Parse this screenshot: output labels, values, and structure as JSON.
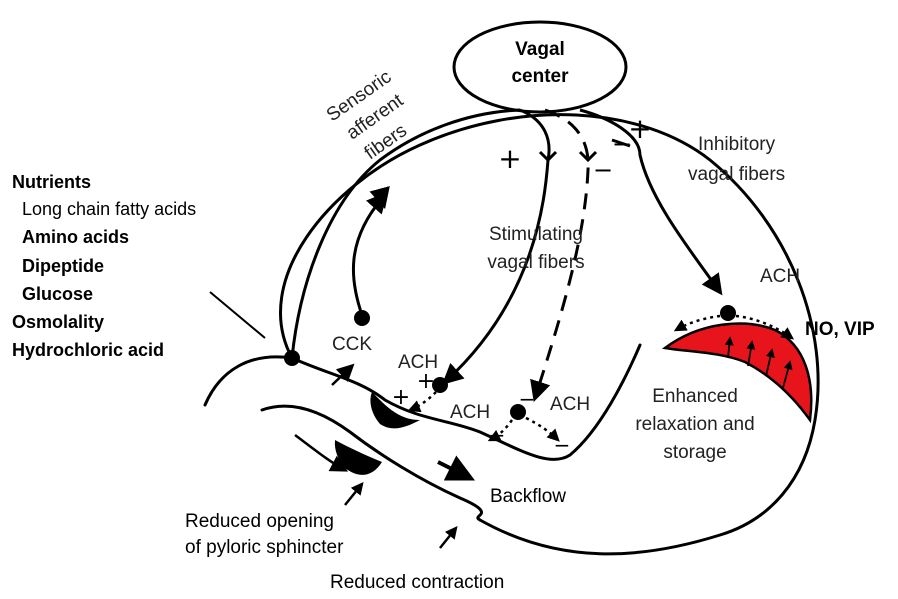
{
  "center": {
    "line1": "Vagal",
    "line2": "center"
  },
  "sensoric": {
    "line1": "Sensoric",
    "line2": "afferent",
    "line3": "fibers"
  },
  "inhibitory": {
    "line1": "Inhibitory",
    "line2": "vagal fibers"
  },
  "stimulating": {
    "line1": "Stimulating",
    "line2": "vagal fibers"
  },
  "nutrients": {
    "title": "Nutrients",
    "items": [
      "Long chain fatty acids",
      "Amino acids",
      "Dipeptide",
      "Glucose"
    ],
    "osmolality": "Osmolality",
    "hcl": "Hydrochloric acid"
  },
  "labels": {
    "cck": "CCK",
    "ach": "ACH",
    "no_vip": "NO, VIP",
    "relax1": "Enhanced",
    "relax2": "relaxation and",
    "relax3": "storage",
    "backflow": "Backflow",
    "pylorus1": "Reduced opening",
    "pylorus2": "of pyloric sphincter",
    "reduced_contraction": "Reduced contraction"
  },
  "signs": {
    "plus": "+",
    "minus": "−"
  },
  "colors": {
    "fundus_fill": "#e8141c",
    "ink": "#000000",
    "text": "#222222"
  }
}
